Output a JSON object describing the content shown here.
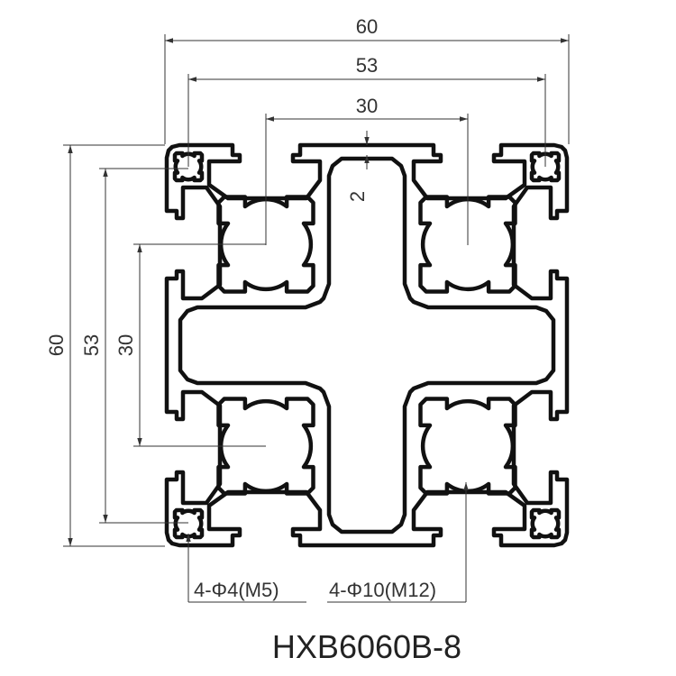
{
  "drawing": {
    "model": "HXB6060B-8",
    "dimensions": {
      "width_overall": "60",
      "width_hole_spacing_small": "53",
      "width_hole_spacing_large": "30",
      "height_overall": "60",
      "height_hole_spacing_small": "53",
      "height_hole_spacing_large": "30",
      "slot_depth": "2"
    },
    "callouts": {
      "small_holes": "4-Φ4(M5)",
      "large_holes": "4-Φ10(M12)"
    }
  }
}
